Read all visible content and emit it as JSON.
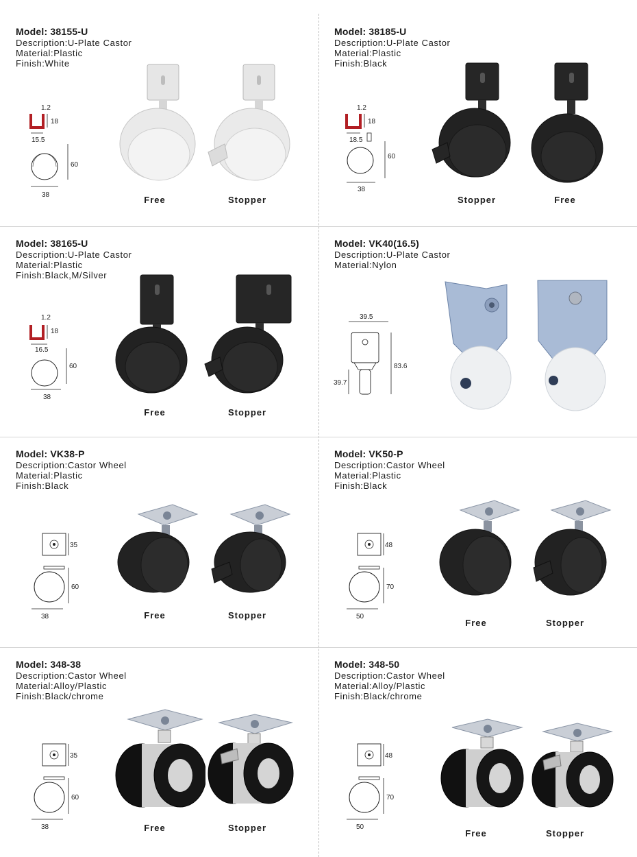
{
  "products": [
    {
      "model": "Model: 38155-U",
      "description": "Description:U-Plate Castor",
      "material": "Material:Plastic",
      "finish": "Finish:White",
      "dims": {
        "top": "1.2",
        "height_u": "18",
        "width_u": "15.5",
        "height": "60",
        "width": "38"
      },
      "captions": [
        "Free",
        "Stopper"
      ],
      "wheel_color": "#e4e4e4"
    },
    {
      "model": "Model: 38185-U",
      "description": "Description:U-Plate Castor",
      "material": "Material:Plastic",
      "finish": "Finish:Black",
      "dims": {
        "top": "1.2",
        "height_u": "18",
        "width_u": "18.5",
        "height": "60",
        "width": "38"
      },
      "captions": [
        "Stopper",
        "Free"
      ],
      "wheel_color": "#1f1f1f"
    },
    {
      "model": "Model: 38165-U",
      "description": "Description:U-Plate Castor",
      "material": "Material:Plastic",
      "finish": "Finish:Black,M/Silver",
      "dims": {
        "top": "1.2",
        "height_u": "18",
        "width_u": "16.5",
        "height": "60",
        "width": "38"
      },
      "captions": [
        "Free",
        "Stopper"
      ],
      "wheel_color": "#1f1f1f"
    },
    {
      "model": "Model: VK40(16.5)",
      "description": "Description:U-Plate Castor",
      "material": "Material:Nylon",
      "dims": {
        "width": "39.5",
        "height": "83.6",
        "low": "39.7"
      },
      "wheel_color": "#eef0f2"
    },
    {
      "model": "Model: VK38-P",
      "description": "Description:Castor Wheel",
      "material": "Material:Plastic",
      "finish": "Finish:Black",
      "dims": {
        "plate": "35",
        "height": "60",
        "width": "38"
      },
      "captions": [
        "Free",
        "Stopper"
      ],
      "wheel_color": "#1f1f1f"
    },
    {
      "model": "Model: VK50-P",
      "description": "Description:Castor Wheel",
      "material": "Material:Plastic",
      "finish": "Finish:Black",
      "dims": {
        "plate": "48",
        "height": "70",
        "width": "50"
      },
      "captions": [
        "Free",
        "Stopper"
      ],
      "wheel_color": "#1f1f1f"
    },
    {
      "model": "Model: 348-38",
      "description": "Description:Castor Wheel",
      "material": "Material:Alloy/Plastic",
      "finish": "Finish:Black/chrome",
      "dims": {
        "plate": "35",
        "height": "60",
        "width": "38"
      },
      "captions": [
        "Free",
        "Stopper"
      ],
      "wheel_color": "#151515"
    },
    {
      "model": "Model: 348-50",
      "description": "Description:Castor Wheel",
      "material": "Material:Alloy/Plastic",
      "finish": "Finish:Black/chrome",
      "dims": {
        "plate": "48",
        "height": "70",
        "width": "50"
      },
      "captions": [
        "Free",
        "Stopper"
      ],
      "wheel_color": "#151515"
    }
  ],
  "colors": {
    "u_profile": "#b21f24",
    "metal": "#9fb4d2",
    "chrome": "#c9c9c9"
  }
}
